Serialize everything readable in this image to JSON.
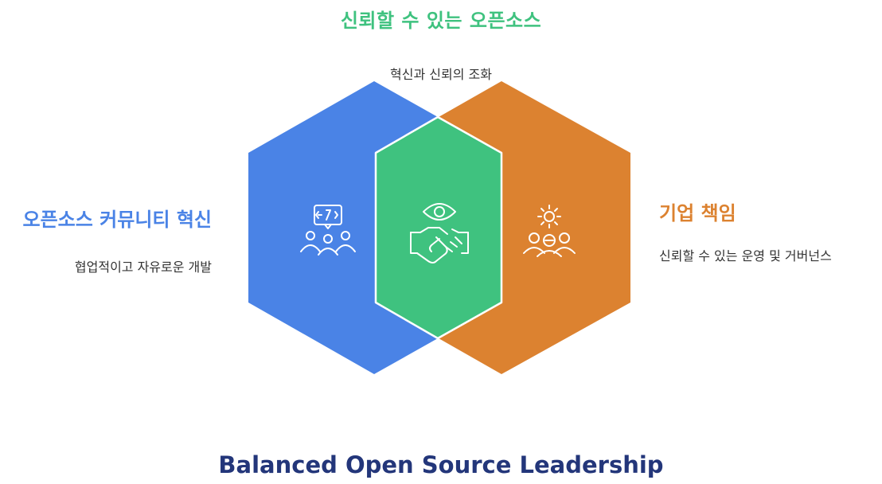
{
  "top": {
    "title": "신뢰할 수 있는 오픈소스",
    "subtitle": "혁신과 신뢰의 조화"
  },
  "left": {
    "title": "오픈소스 커뮤니티 혁신",
    "subtitle": "협업적이고 자유로운 개발"
  },
  "right": {
    "title": "기업 책임",
    "subtitle": "신뢰할 수 있는 운영 및 거버넌스"
  },
  "footer": {
    "title": "Balanced Open Source Leadership"
  },
  "colors": {
    "community": "#4a83e6",
    "corporate": "#dc8230",
    "trust": "#3fc27f",
    "footer": "#23367a"
  },
  "icons": {
    "community": "community-code-icon",
    "trust": "eye-handshake-icon",
    "corporate": "gear-people-icon"
  }
}
